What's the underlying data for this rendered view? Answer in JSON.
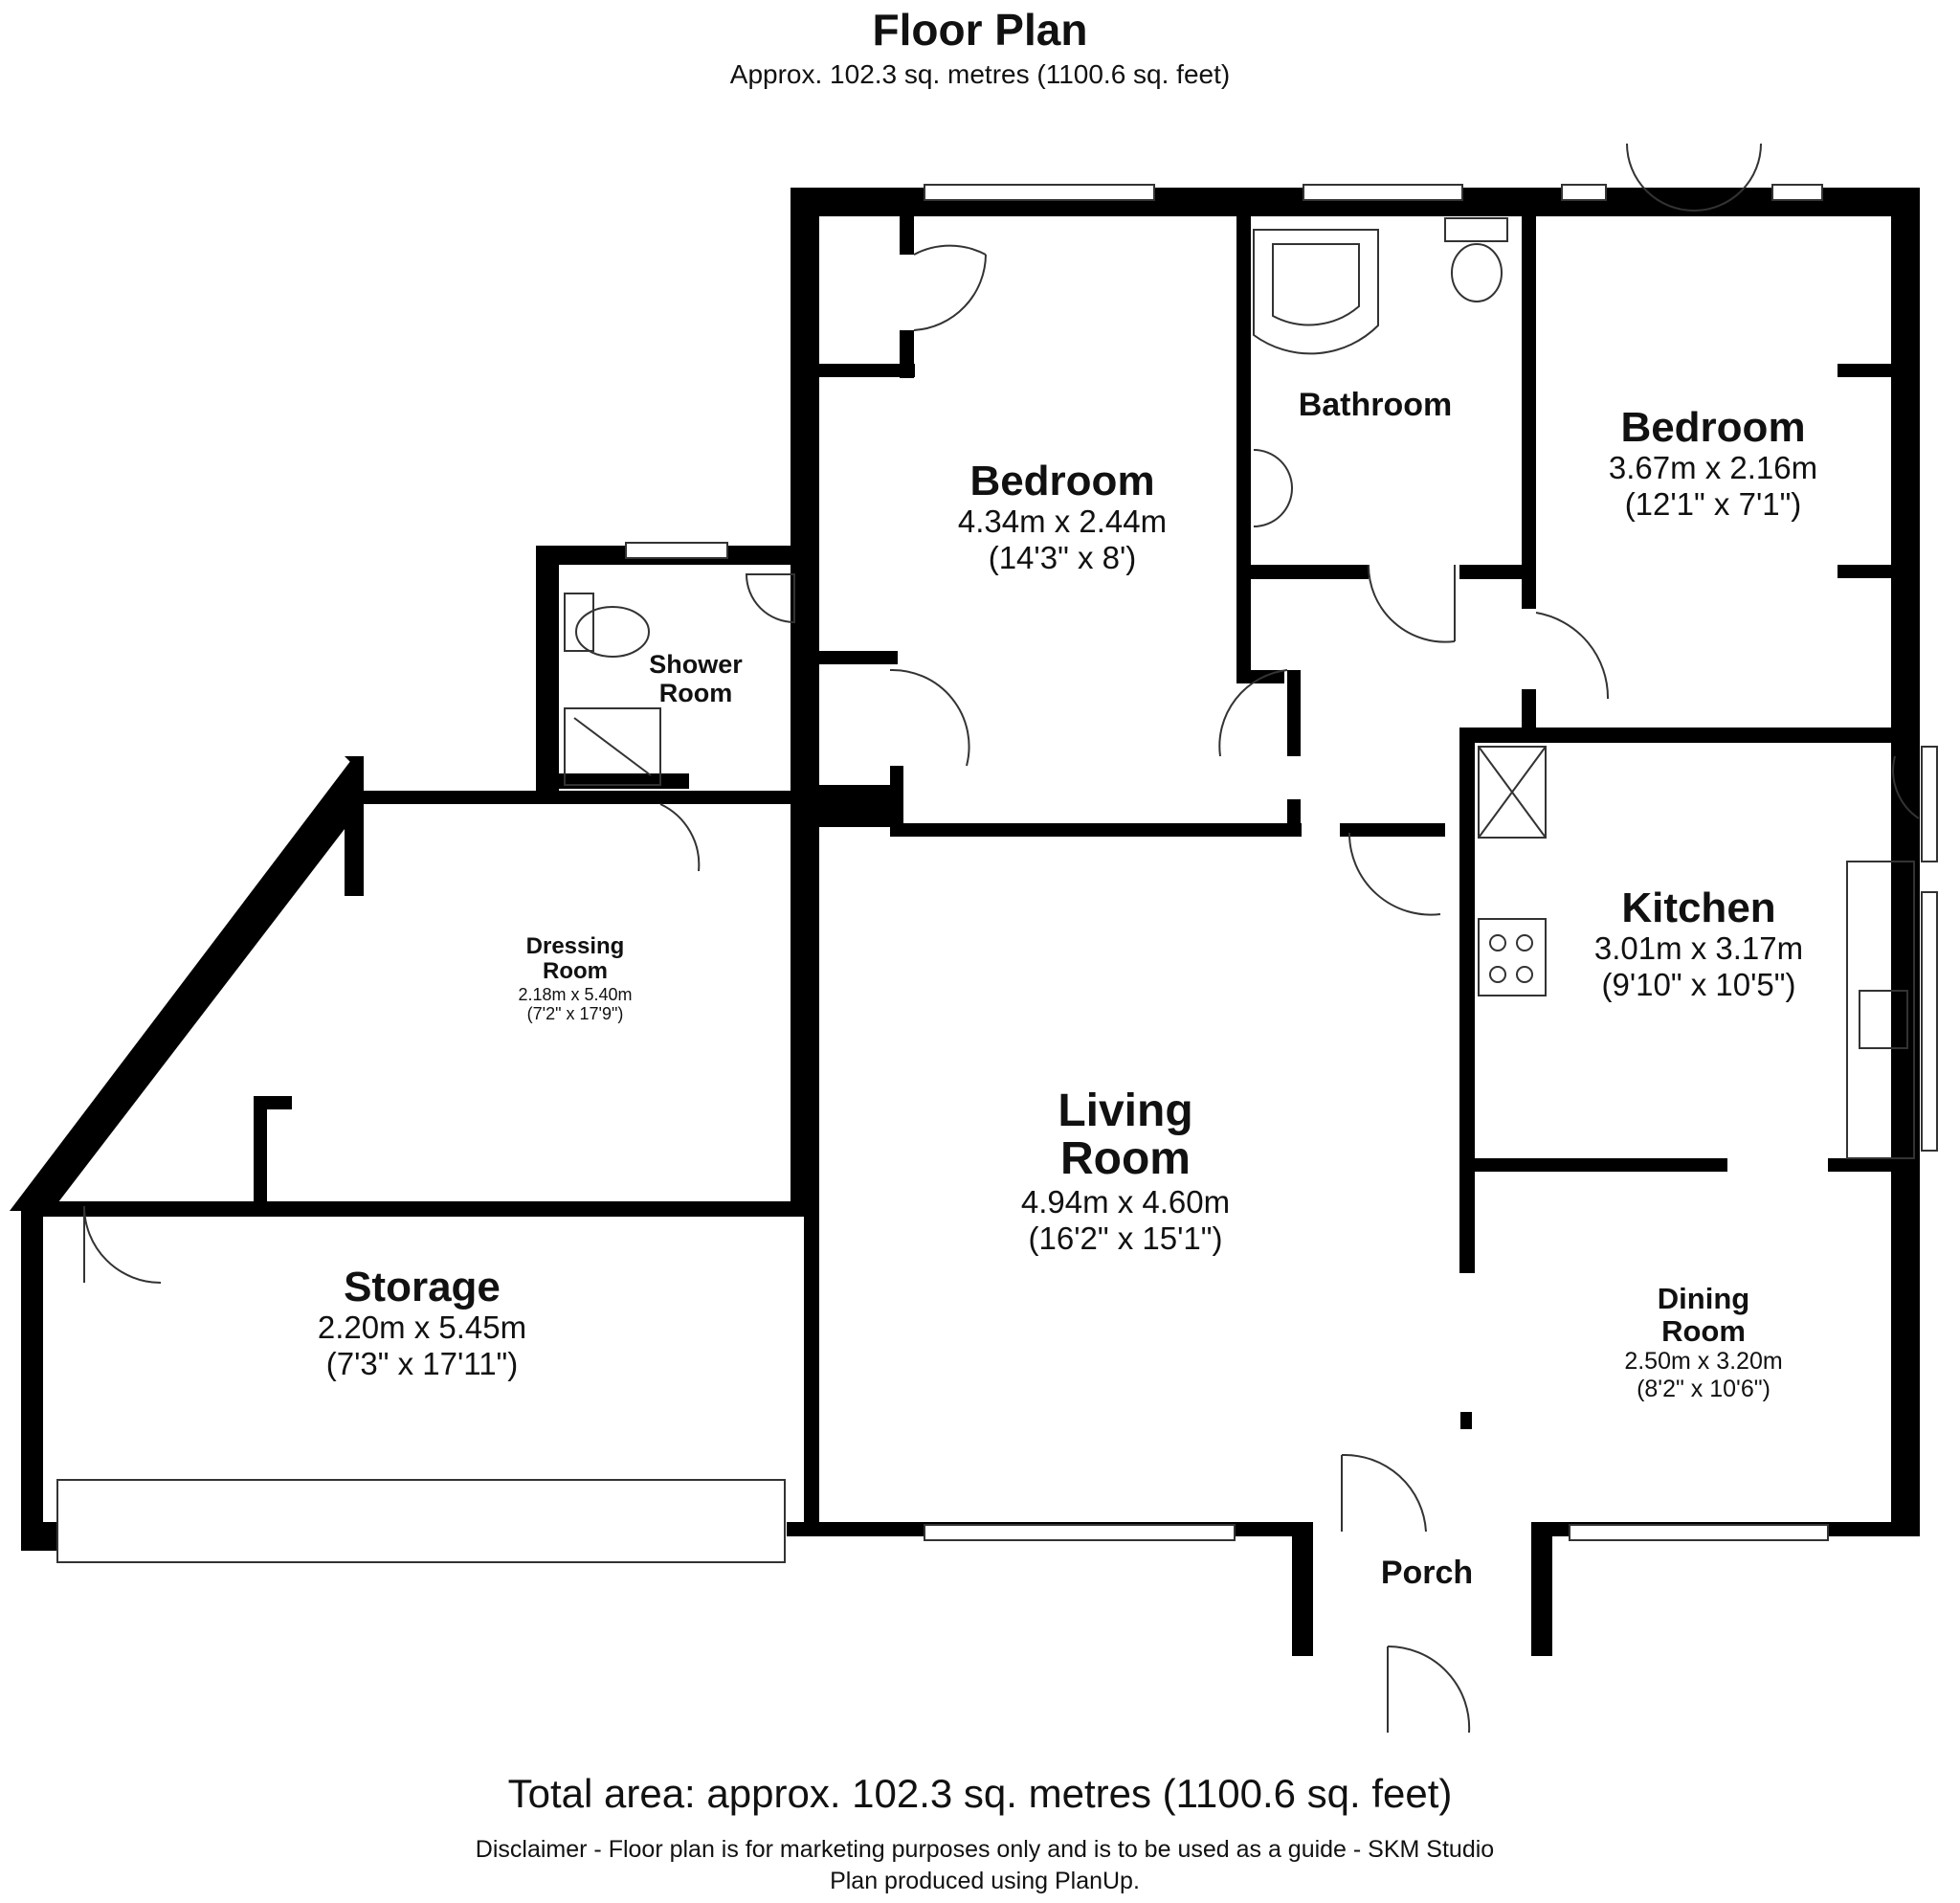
{
  "header": {
    "title": "Floor Plan",
    "subtitle": "Approx. 102.3 sq. metres (1100.6 sq. feet)"
  },
  "rooms": {
    "bedroom1": {
      "name": "Bedroom",
      "dim_m": "4.34m x 2.44m",
      "dim_ft": "(14'3\" x 8')"
    },
    "bathroom": {
      "name": "Bathroom"
    },
    "bedroom2": {
      "name": "Bedroom",
      "dim_m": "3.67m x 2.16m",
      "dim_ft": "(12'1\" x 7'1\")"
    },
    "shower_room": {
      "name_line1": "Shower",
      "name_line2": "Room"
    },
    "dressing_room": {
      "name_line1": "Dressing",
      "name_line2": "Room",
      "dim_m": "2.18m x 5.40m",
      "dim_ft": "(7'2\" x 17'9\")"
    },
    "kitchen": {
      "name": "Kitchen",
      "dim_m": "3.01m x 3.17m",
      "dim_ft": "(9'10\" x 10'5\")"
    },
    "living_room": {
      "name_line1": "Living",
      "name_line2": "Room",
      "dim_m": "4.94m x 4.60m",
      "dim_ft": "(16'2\" x 15'1\")"
    },
    "storage": {
      "name": "Storage",
      "dim_m": "2.20m x 5.45m",
      "dim_ft": "(7'3\" x 17'11\")"
    },
    "dining_room": {
      "name_line1": "Dining",
      "name_line2": "Room",
      "dim_m": "2.50m x 3.20m",
      "dim_ft": "(8'2\" x 10'6\")"
    },
    "porch": {
      "name": "Porch"
    }
  },
  "footer": {
    "total_area": "Total area: approx. 102.3 sq. metres (1100.6 sq. feet)",
    "disclaimer_line1": "Disclaimer - Floor plan is for marketing purposes only and is to be used as a guide - SKM Studio",
    "disclaimer_line2": "Plan produced using PlanUp."
  },
  "colors": {
    "wall": "#000000",
    "background": "#ffffff",
    "line": "#333333"
  }
}
